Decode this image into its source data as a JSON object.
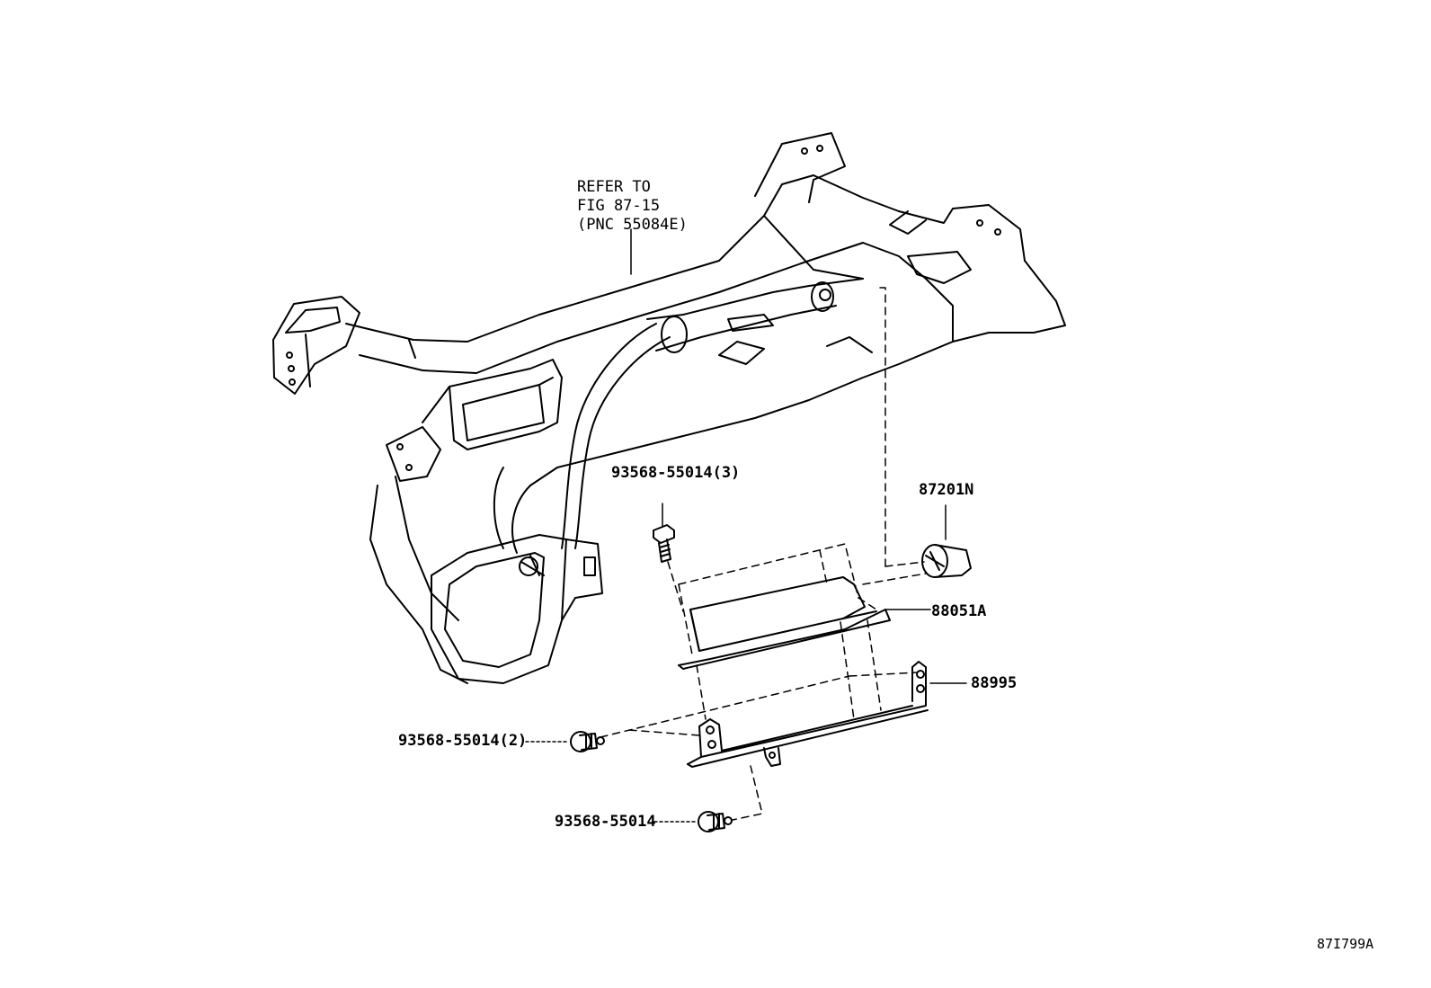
{
  "refer_note": {
    "line1": "REFER TO",
    "line2": "FIG 87-15",
    "line3": "(PNC 55084E)"
  },
  "parts": {
    "bolt_top": "93568-55014(3)",
    "clip": "87201N",
    "module": "88051A",
    "bracket": "88995",
    "bolt_left": "93568-55014(2)",
    "bolt_bottom": "93568-55014"
  },
  "figure_id": "87I799A",
  "line_color": "#000000",
  "background": "#ffffff"
}
